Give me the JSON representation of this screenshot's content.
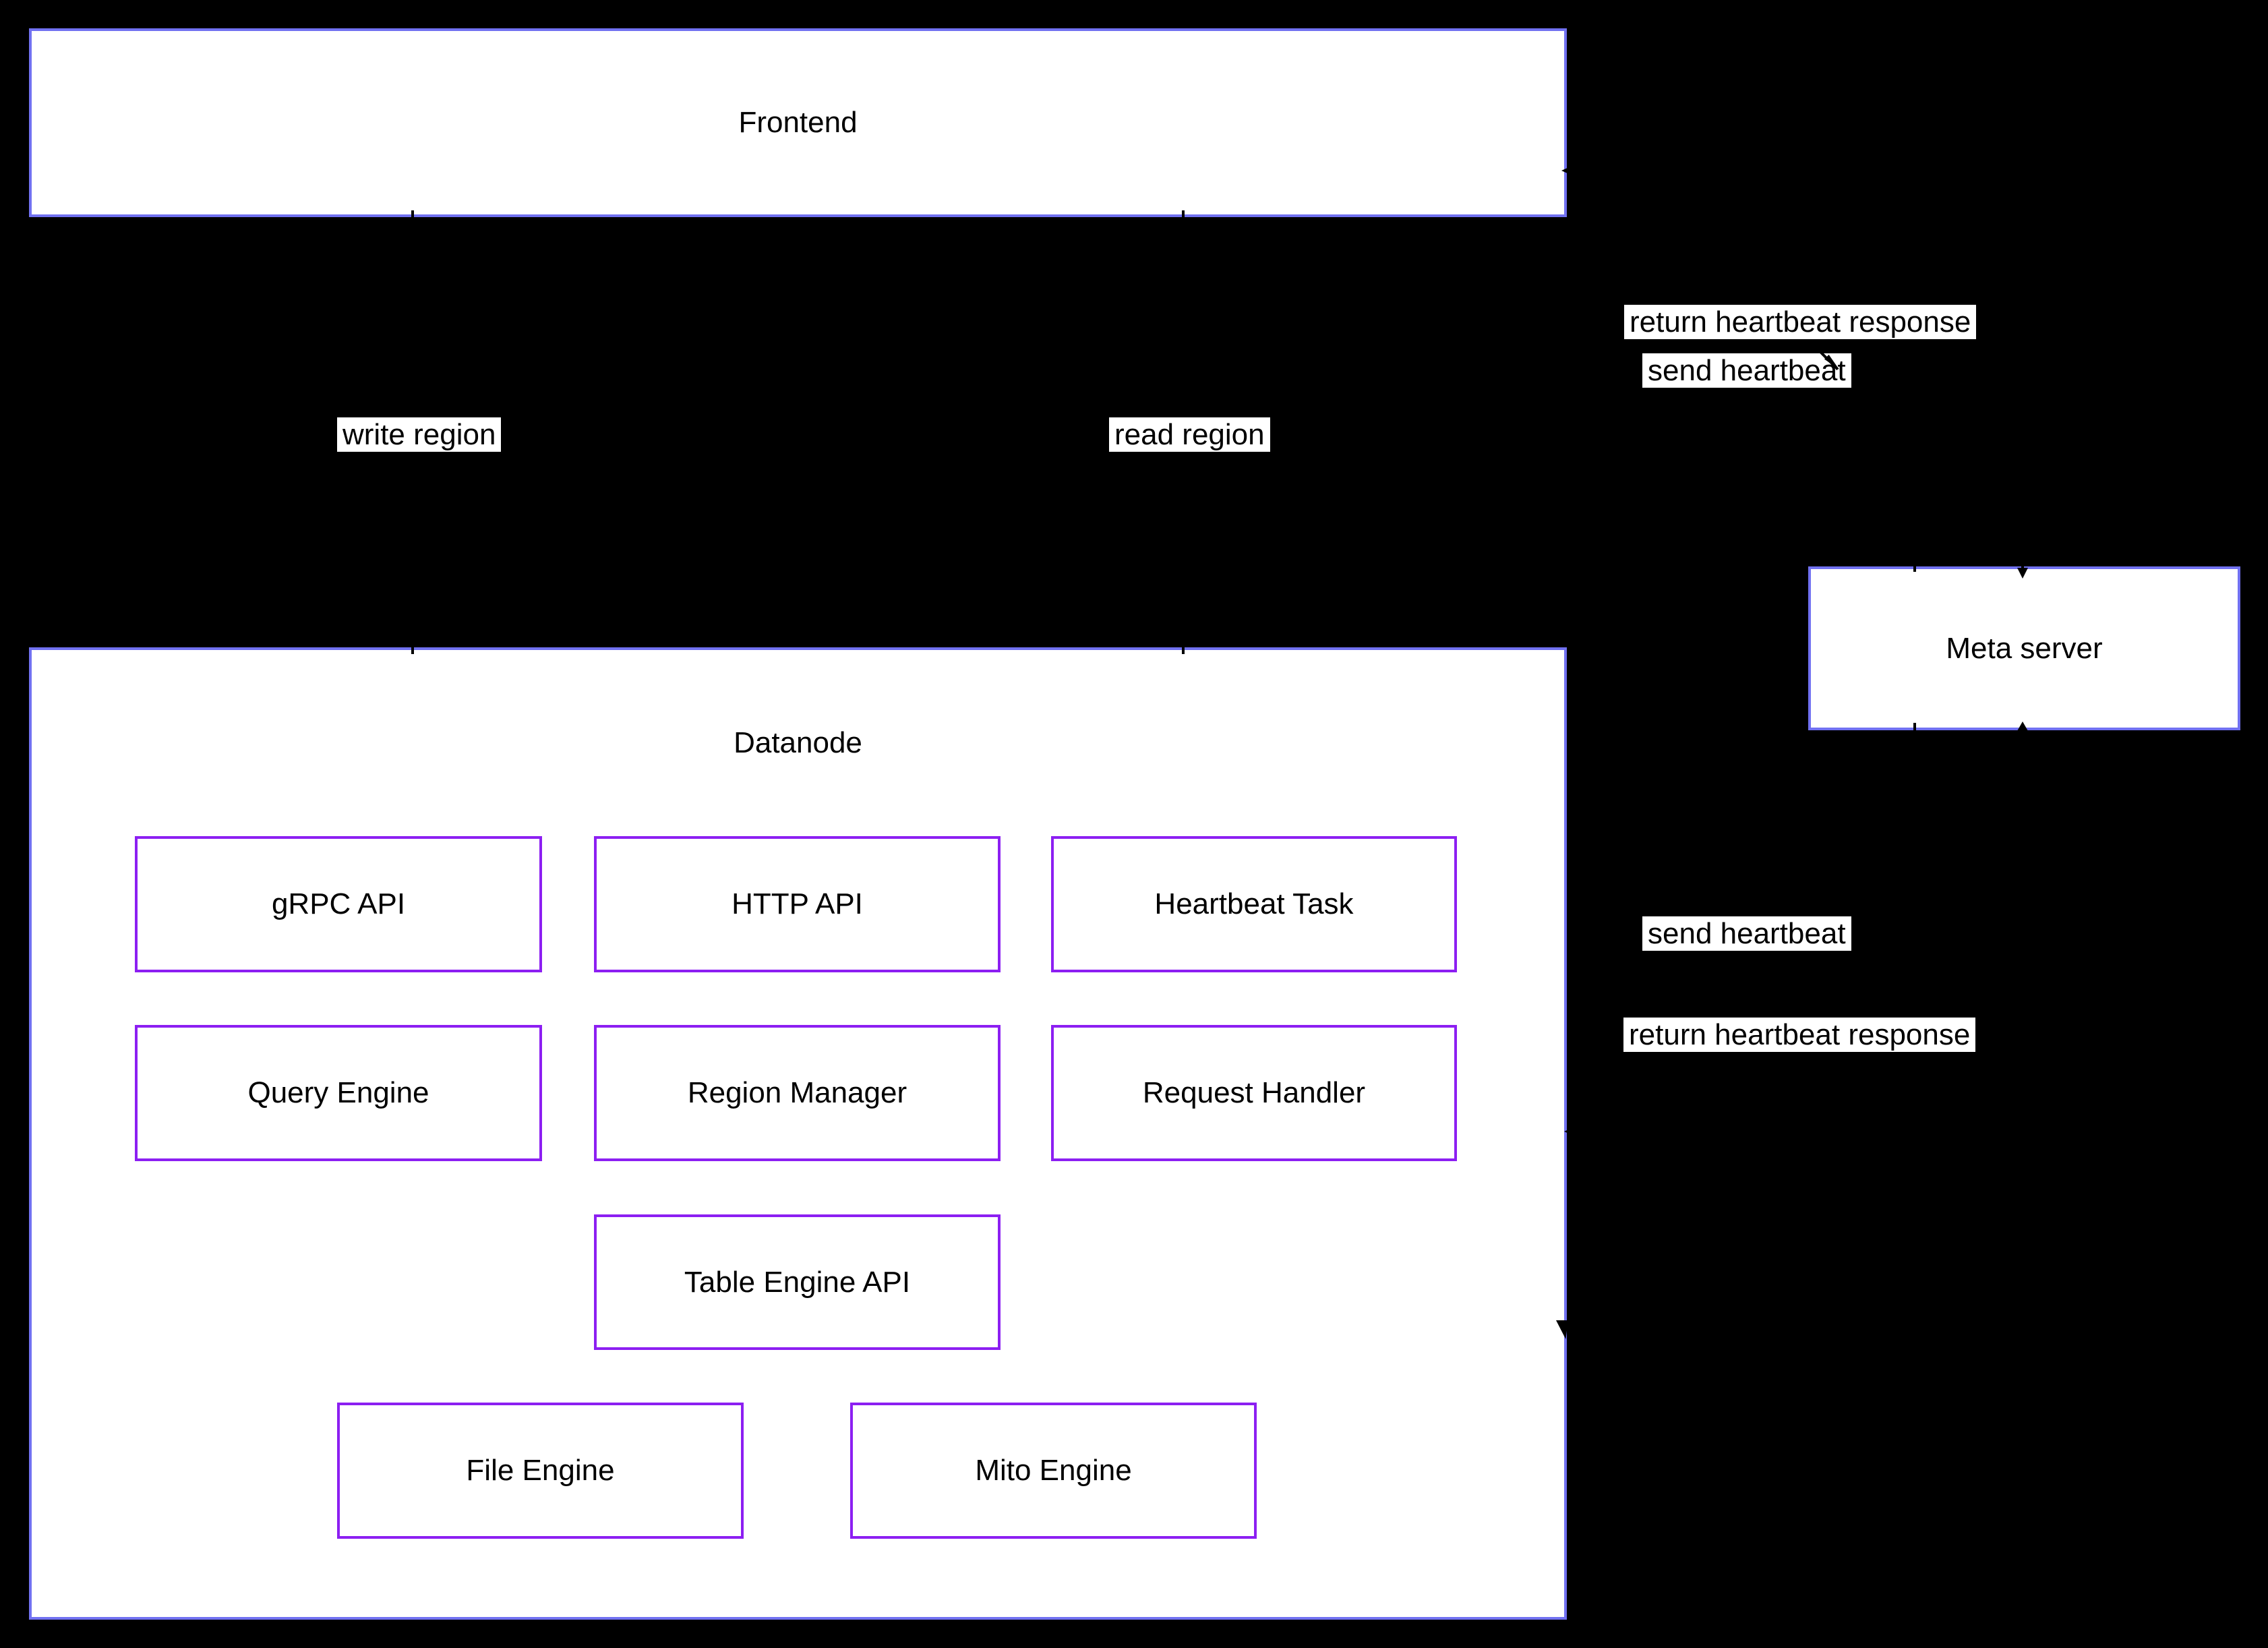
{
  "colors": {
    "background": "#000000",
    "node_fill": "#ffffff",
    "outer_border": "#7171f1",
    "inner_border": "#8c1ff2",
    "arrow": "#000000",
    "label_bg": "#ffffff",
    "text": "#000000"
  },
  "nodes": {
    "frontend": {
      "label": "Frontend"
    },
    "meta_server": {
      "label": "Meta server"
    },
    "datanode": {
      "label": "Datanode",
      "components": [
        {
          "label": "gRPC API"
        },
        {
          "label": "HTTP API"
        },
        {
          "label": "Heartbeat Task"
        },
        {
          "label": "Query Engine"
        },
        {
          "label": "Region Manager"
        },
        {
          "label": "Request Handler"
        },
        {
          "label": "Table Engine API"
        },
        {
          "label": "File Engine"
        },
        {
          "label": "Mito Engine"
        }
      ]
    }
  },
  "edge_labels": {
    "return_heartbeat_top": "return heartbeat response",
    "send_heartbeat_top": "send heartbeat",
    "write_region": "write region",
    "read_region": "read region",
    "send_heartbeat_mid": "send heartbeat",
    "return_heartbeat_mid": "return heartbeat response"
  }
}
